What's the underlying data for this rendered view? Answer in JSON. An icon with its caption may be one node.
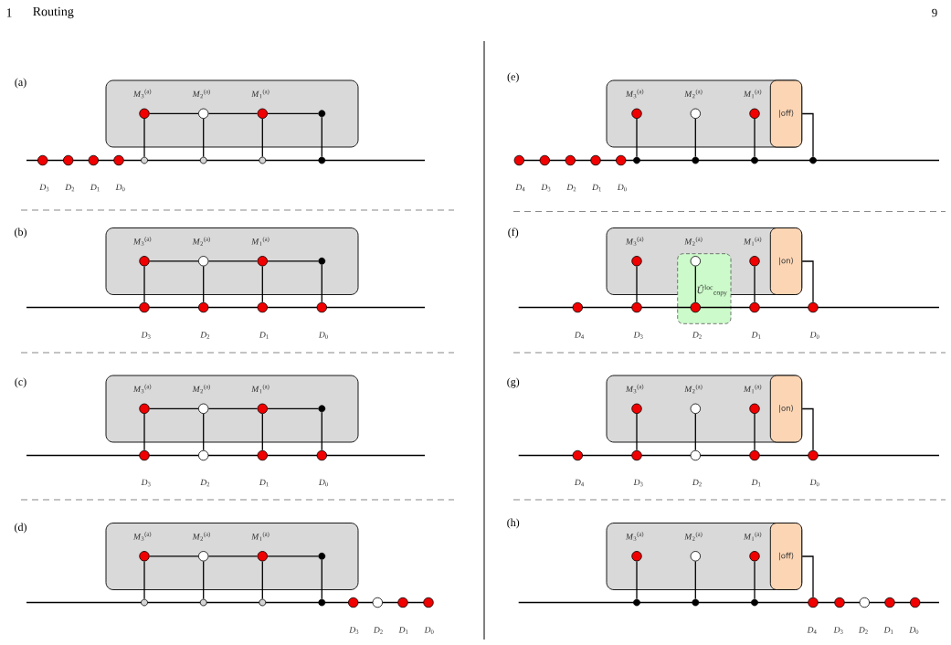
{
  "diagram": {
    "nodes": [
      {
        "text": [],
        "shape": "box"
      },
      {
        "text": [],
        "shape": "circle",
        "in": 0,
        "beside": [
          "*M*$_{3}$$^{(a)}$"
        ]
      },
      {
        "text": [],
        "shape": "circle",
        "in": 0,
        "beside": [
          "*M*$_{2}$$^{(a)}$"
        ]
      },
      {
        "text": [],
        "shape": "circle",
        "in": 0,
        "beside": [
          "*M*$_{1}$$^{(a)}$"
        ]
      },
      {
        "text": [],
        "shape": "circle",
        "in": 0
      },
      {
        "text": [],
        "shape": "circle",
        "beside": [
          "*D*$_{3}$"
        ]
      },
      {
        "text": [],
        "shape": "circle",
        "beside": [
          "*D*$_{2}$"
        ]
      },
      {
        "text": [],
        "shape": "circle",
        "beside": [
          "*D*$_{1}$"
        ]
      },
      {
        "text": [],
        "shape": "circle",
        "beside": [
          "*D*$_{0}$"
        ]
      },
      {
        "text": [],
        "shape": "circle"
      },
      {
        "text": [],
        "shape": "circle"
      },
      {
        "text": [],
        "shape": "circle"
      },
      {
        "text": [],
        "shape": "circle"
      },
      {
        "text": [],
        "shape": "box"
      },
      {
        "text": [],
        "shape": "circle",
        "in": 13,
        "beside": [
          "*M*$_{3}$$^{(a)}$"
        ]
      },
      {
        "text": [],
        "shape": "circle",
        "in": 13,
        "beside": [
          "*M*$_{2}$$^{(a)}$"
        ]
      },
      {
        "text": [],
        "shape": "circle",
        "in": 13,
        "beside": [
          "*M*$_{1}$$^{(a)}$"
        ]
      },
      {
        "text": [],
        "shape": "circle",
        "in": 13
      },
      {
        "text": [],
        "shape": "circle",
        "beside": [
          "*D*$_{3}$"
        ]
      },
      {
        "text": [],
        "shape": "circle",
        "beside": [
          "*D*$_{2}$"
        ]
      },
      {
        "text": [],
        "shape": "circle",
        "beside": [
          "*D*$_{1}$"
        ]
      },
      {
        "text": [],
        "shape": "circle",
        "beside": [
          "*D*$_{0}$"
        ]
      },
      {
        "text": [],
        "shape": "box"
      },
      {
        "text": [],
        "shape": "circle",
        "in": 22,
        "beside": [
          "*M*$_{3}$$^{(a)}$"
        ]
      },
      {
        "text": [],
        "shape": "circle",
        "in": 22,
        "beside": [
          "*M*$_{2}$$^{(a)}$"
        ]
      },
      {
        "text": [],
        "shape": "circle",
        "in": 22,
        "beside": [
          "*M*$_{1}$$^{(a)}$"
        ]
      },
      {
        "text": [],
        "shape": "circle",
        "in": 22
      },
      {
        "text": [],
        "shape": "circle",
        "beside": [
          "*D*$_{3}$"
        ]
      },
      {
        "text": [],
        "shape": "circle",
        "beside": [
          "*D*$_{2}$"
        ]
      },
      {
        "text": [],
        "shape": "circle",
        "beside": [
          "*D*$_{1}$"
        ]
      },
      {
        "text": [],
        "shape": "circle",
        "beside": [
          "*D*$_{0}$"
        ]
      },
      {
        "text": [],
        "shape": "box"
      },
      {
        "text": [],
        "shape": "circle",
        "in": 31,
        "beside": [
          "*M*$_{3}$$^{(a)}$"
        ]
      },
      {
        "text": [],
        "shape": "circle",
        "in": 31,
        "beside": [
          "*M*$_{2}$$^{(a)}$"
        ]
      },
      {
        "text": [],
        "shape": "circle",
        "in": 31,
        "beside": [
          "*M*$_{1}$$^{(a)}$"
        ]
      },
      {
        "text": [],
        "shape": "circle",
        "in": 31
      },
      {
        "text": [],
        "shape": "circle"
      },
      {
        "text": [],
        "shape": "circle"
      },
      {
        "text": [],
        "shape": "circle"
      },
      {
        "text": [],
        "shape": "circle"
      },
      {
        "text": [],
        "shape": "circle",
        "beside": [
          "*D*$_{3}$"
        ]
      },
      {
        "text": [],
        "shape": "circle",
        "beside": [
          "*D*$_{2}$"
        ]
      },
      {
        "text": [],
        "shape": "circle",
        "beside": [
          "*D*$_{1}$"
        ]
      },
      {
        "text": [],
        "shape": "circle",
        "beside": [
          "*D*$_{0}$"
        ]
      },
      {
        "text": [],
        "shape": "box"
      },
      {
        "text": [],
        "shape": "circle",
        "in": 44,
        "beside": [
          "*M*$_{3}$$^{(a)}$"
        ]
      },
      {
        "text": [],
        "shape": "circle",
        "in": 44,
        "beside": [
          "*M*$_{2}$$^{(a)}$"
        ]
      },
      {
        "text": [],
        "shape": "circle",
        "in": 44,
        "beside": [
          "*M*$_{1}$$^{(a)}$"
        ]
      },
      {
        "text": [
          "|off⟩"
        ],
        "in": 44
      },
      {
        "text": [],
        "shape": "circle",
        "beside": [
          "*D*$_{4}$"
        ]
      },
      {
        "text": [],
        "shape": "circle",
        "beside": [
          "*D*$_{3}$"
        ]
      },
      {
        "text": [],
        "shape": "circle",
        "beside": [
          "*D*$_{2}$"
        ]
      },
      {
        "text": [],
        "shape": "circle",
        "beside": [
          "*D*$_{1}$"
        ]
      },
      {
        "text": [],
        "shape": "circle",
        "beside": [
          "*D*$_{0}$"
        ]
      },
      {
        "text": [],
        "shape": "circle"
      },
      {
        "text": [],
        "shape": "circle"
      },
      {
        "text": [],
        "shape": "circle"
      },
      {
        "text": [],
        "shape": "circle"
      },
      {
        "text": [],
        "shape": "box"
      },
      {
        "text": [],
        "shape": "circle",
        "in": 58,
        "beside": [
          "*M*$_{3}$$^{(a)}$"
        ]
      },
      {
        "text": [],
        "shape": "circle",
        "beside": [
          "*M*$_{2}$$^{(a)}$"
        ]
      },
      {
        "text": [],
        "shape": "circle",
        "in": 58,
        "beside": [
          "*M*$_{1}$$^{(a)}$"
        ]
      },
      {
        "text": [
          "|on⟩"
        ],
        "in": 58
      },
      {
        "text": [
          "*Û*$^{loc}$$_{copy}$"
        ]
      },
      {
        "text": [],
        "shape": "circle",
        "beside": [
          "*D*$_{4}$"
        ]
      },
      {
        "text": [],
        "shape": "circle",
        "beside": [
          "*D*$_{3}$"
        ]
      },
      {
        "text": [],
        "shape": "circle",
        "in": 63,
        "beside": [
          "*D*$_{2}$"
        ]
      },
      {
        "text": [],
        "shape": "circle",
        "beside": [
          "*D*$_{1}$"
        ]
      },
      {
        "text": [],
        "shape": "circle",
        "beside": [
          "*D*$_{0}$"
        ]
      },
      {
        "text": [],
        "shape": "box"
      },
      {
        "text": [],
        "shape": "circle",
        "in": 69,
        "beside": [
          "*M*$_{3}$$^{(a)}$"
        ]
      },
      {
        "text": [],
        "shape": "circle",
        "in": 69,
        "beside": [
          "*M*$_{2}$$^{(a)}$"
        ]
      },
      {
        "text": [],
        "shape": "circle",
        "in": 69,
        "beside": [
          "*M*$_{1}$$^{(a)}$"
        ]
      },
      {
        "text": [
          "|on⟩"
        ],
        "in": 69
      },
      {
        "text": [],
        "shape": "circle",
        "beside": [
          "*D*$_{4}$"
        ]
      },
      {
        "text": [],
        "shape": "circle",
        "beside": [
          "*D*$_{3}$"
        ]
      },
      {
        "text": [],
        "shape": "circle",
        "beside": [
          "*D*$_{2}$"
        ]
      },
      {
        "text": [],
        "shape": "circle",
        "beside": [
          "*D*$_{1}$"
        ]
      },
      {
        "text": [],
        "shape": "circle",
        "beside": [
          "*D*$_{0}$"
        ]
      },
      {
        "text": [],
        "shape": "box"
      },
      {
        "text": [],
        "shape": "circle",
        "in": 79,
        "beside": [
          "*M*$_{3}$$^{(a)}$"
        ]
      },
      {
        "text": [],
        "shape": "circle",
        "in": 79,
        "beside": [
          "*M*$_{2}$$^{(a)}$"
        ]
      },
      {
        "text": [],
        "shape": "circle",
        "in": 79,
        "beside": [
          "*M*$_{1}$$^{(a)}$"
        ]
      },
      {
        "text": [
          "|off⟩"
        ],
        "in": 79
      },
      {
        "text": [],
        "shape": "circle"
      },
      {
        "text": [],
        "shape": "circle"
      },
      {
        "text": [],
        "shape": "circle"
      },
      {
        "text": [],
        "shape": "circle",
        "beside": [
          "*D*$_{4}$"
        ]
      },
      {
        "text": [],
        "shape": "circle",
        "beside": [
          "*D*$_{3}$"
        ]
      },
      {
        "text": [],
        "shape": "circle",
        "beside": [
          "*D*$_{2}$"
        ]
      },
      {
        "text": [],
        "shape": "circle",
        "beside": [
          "*D*$_{1}$"
        ]
      },
      {
        "text": [],
        "shape": "circle",
        "beside": [
          "*D*$_{0}$"
        ]
      }
    ],
    "edges": [
      {
        "from": 1,
        "to": 2,
        "arrow": "none"
      },
      {
        "from": 2,
        "to": 3,
        "arrow": "none"
      },
      {
        "from": 3,
        "to": 4,
        "arrow": "none"
      },
      {
        "from": 1,
        "to": 9,
        "arrow": "none"
      },
      {
        "from": 2,
        "to": 10,
        "arrow": "none"
      },
      {
        "from": 3,
        "to": 11,
        "arrow": "none"
      },
      {
        "from": 4,
        "to": 12,
        "arrow": "none"
      },
      {
        "from": 14,
        "to": 15,
        "arrow": "none"
      },
      {
        "from": 15,
        "to": 16,
        "arrow": "none"
      },
      {
        "from": 16,
        "to": 17,
        "arrow": "none"
      },
      {
        "from": 14,
        "to": 18,
        "arrow": "none"
      },
      {
        "from": 15,
        "to": 19,
        "arrow": "none"
      },
      {
        "from": 16,
        "to": 20,
        "arrow": "none"
      },
      {
        "from": 17,
        "to": 21,
        "arrow": "none"
      },
      {
        "from": 23,
        "to": 24,
        "arrow": "none"
      },
      {
        "from": 24,
        "to": 25,
        "arrow": "none"
      },
      {
        "from": 25,
        "to": 26,
        "arrow": "none"
      },
      {
        "from": 23,
        "to": 27,
        "arrow": "none"
      },
      {
        "from": 24,
        "to": 28,
        "arrow": "none"
      },
      {
        "from": 25,
        "to": 29,
        "arrow": "none"
      },
      {
        "from": 26,
        "to": 30,
        "arrow": "none"
      },
      {
        "from": 32,
        "to": 33,
        "arrow": "none"
      },
      {
        "from": 33,
        "to": 34,
        "arrow": "none"
      },
      {
        "from": 34,
        "to": 35,
        "arrow": "none"
      },
      {
        "from": 32,
        "to": 36,
        "arrow": "none"
      },
      {
        "from": 33,
        "to": 37,
        "arrow": "none"
      },
      {
        "from": 34,
        "to": 38,
        "arrow": "none"
      },
      {
        "from": 35,
        "to": 39,
        "arrow": "none"
      },
      {
        "from": 45,
        "to": 54,
        "arrow": "none"
      },
      {
        "from": 46,
        "to": 55,
        "arrow": "none"
      },
      {
        "from": 47,
        "to": 56,
        "arrow": "none"
      },
      {
        "from": 48,
        "to": 57,
        "arrow": "none"
      },
      {
        "from": 59,
        "to": 65,
        "arrow": "none"
      },
      {
        "from": 60,
        "to": 66,
        "arrow": "none"
      },
      {
        "from": 61,
        "to": 67,
        "arrow": "none"
      },
      {
        "from": 62,
        "to": 68,
        "arrow": "none"
      },
      {
        "from": 70,
        "to": 75,
        "arrow": "none"
      },
      {
        "from": 71,
        "to": 76,
        "arrow": "none"
      },
      {
        "from": 72,
        "to": 77,
        "arrow": "none"
      },
      {
        "from": 73,
        "to": 78,
        "arrow": "none"
      },
      {
        "from": 80,
        "to": 84,
        "arrow": "none"
      },
      {
        "from": 81,
        "to": 85,
        "arrow": "none"
      },
      {
        "from": 82,
        "to": 86,
        "arrow": "none"
      },
      {
        "from": 83,
        "to": 87,
        "arrow": "none"
      }
    ],
    "labels": [
      "1",
      "Routing",
      "9",
      "(a)",
      "(b)",
      "(c)",
      "(d)",
      "(e)",
      "(f)",
      "(g)",
      "(h)"
    ]
  }
}
